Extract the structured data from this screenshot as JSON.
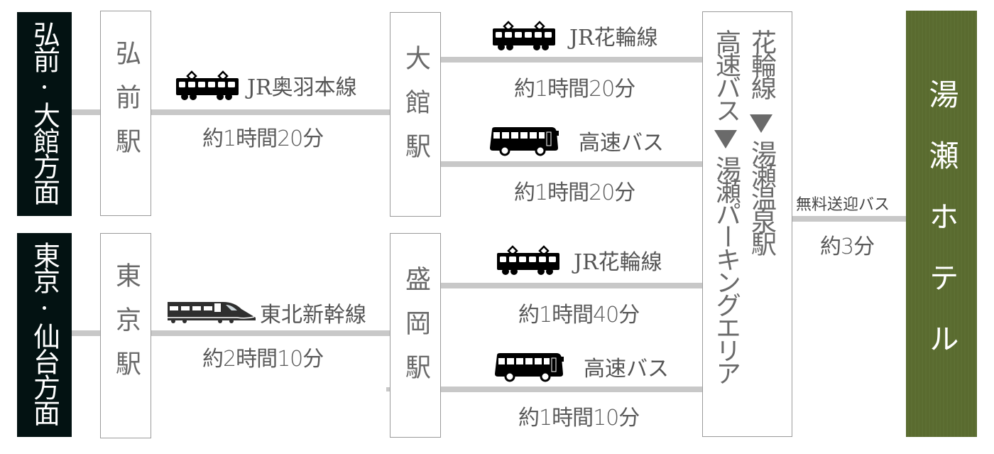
{
  "origins": [
    {
      "label": "弘前·大館方面"
    },
    {
      "label": "東京·仙台方面"
    }
  ],
  "stations": [
    {
      "label": "弘前駅"
    },
    {
      "label": "東京駅"
    },
    {
      "label": "大館駅"
    },
    {
      "label": "盛岡駅"
    }
  ],
  "routes": {
    "hirosaki_odate": {
      "icon": "train-icon",
      "name": "JR奥羽本線",
      "duration": "約1時間20分"
    },
    "tokyo_morioka": {
      "icon": "shinkansen-icon",
      "name": "東北新幹線",
      "duration": "約2時間10分"
    },
    "odate_train": {
      "icon": "train-icon",
      "name": "JR花輪線",
      "duration": "約1時間20分"
    },
    "odate_bus": {
      "icon": "bus-icon",
      "name": "高速バス",
      "duration": "約1時間20分"
    },
    "morioka_train": {
      "icon": "train-icon",
      "name": "JR花輪線",
      "duration": "約1時間40分"
    },
    "morioka_bus": {
      "icon": "bus-icon",
      "name": "高速バス",
      "duration": "約1時間10分"
    }
  },
  "destination": {
    "train": {
      "from": "花輪線",
      "to": "湯瀬温泉駅"
    },
    "bus": {
      "from": "高速バス",
      "to": "湯瀬パーキングエリア"
    }
  },
  "shuttle": {
    "name": "無料送迎バス",
    "duration": "約3分"
  },
  "hotel": {
    "label": "湯瀬ホテル"
  },
  "colors": {
    "origin_bg": "#031212",
    "hotel_bg": "#5a6b30",
    "line": "#c8c8c8",
    "station_text": "#6a6a6a"
  }
}
